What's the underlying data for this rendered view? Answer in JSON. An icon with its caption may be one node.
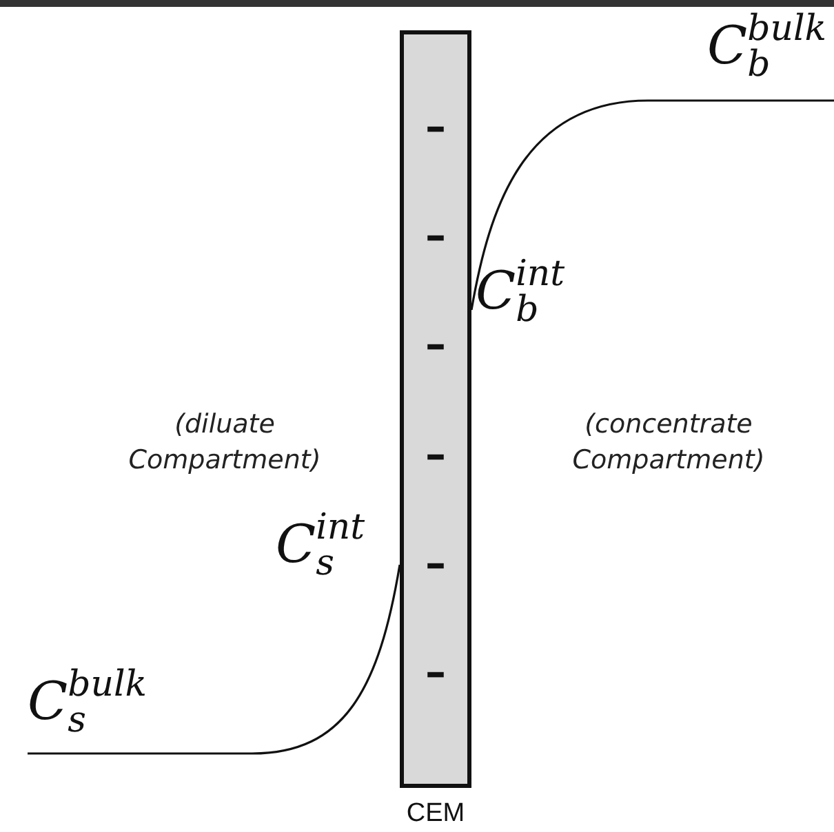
{
  "diagram": {
    "nodes": [
      {
        "text": [
          "–",
          "–",
          "–",
          "–",
          "–",
          "–"
        ],
        "beside": [
          "CEM"
        ]
      }
    ],
    "labels": [
      "C$^{bulk}$$_{b}$",
      "C$^{int}$$_{b}$",
      "(diluate Compartment)",
      "(concentrate Compartment)",
      "C$^{int}$$_{s}$",
      "C$^{bulk}$$_{s}$"
    ]
  }
}
